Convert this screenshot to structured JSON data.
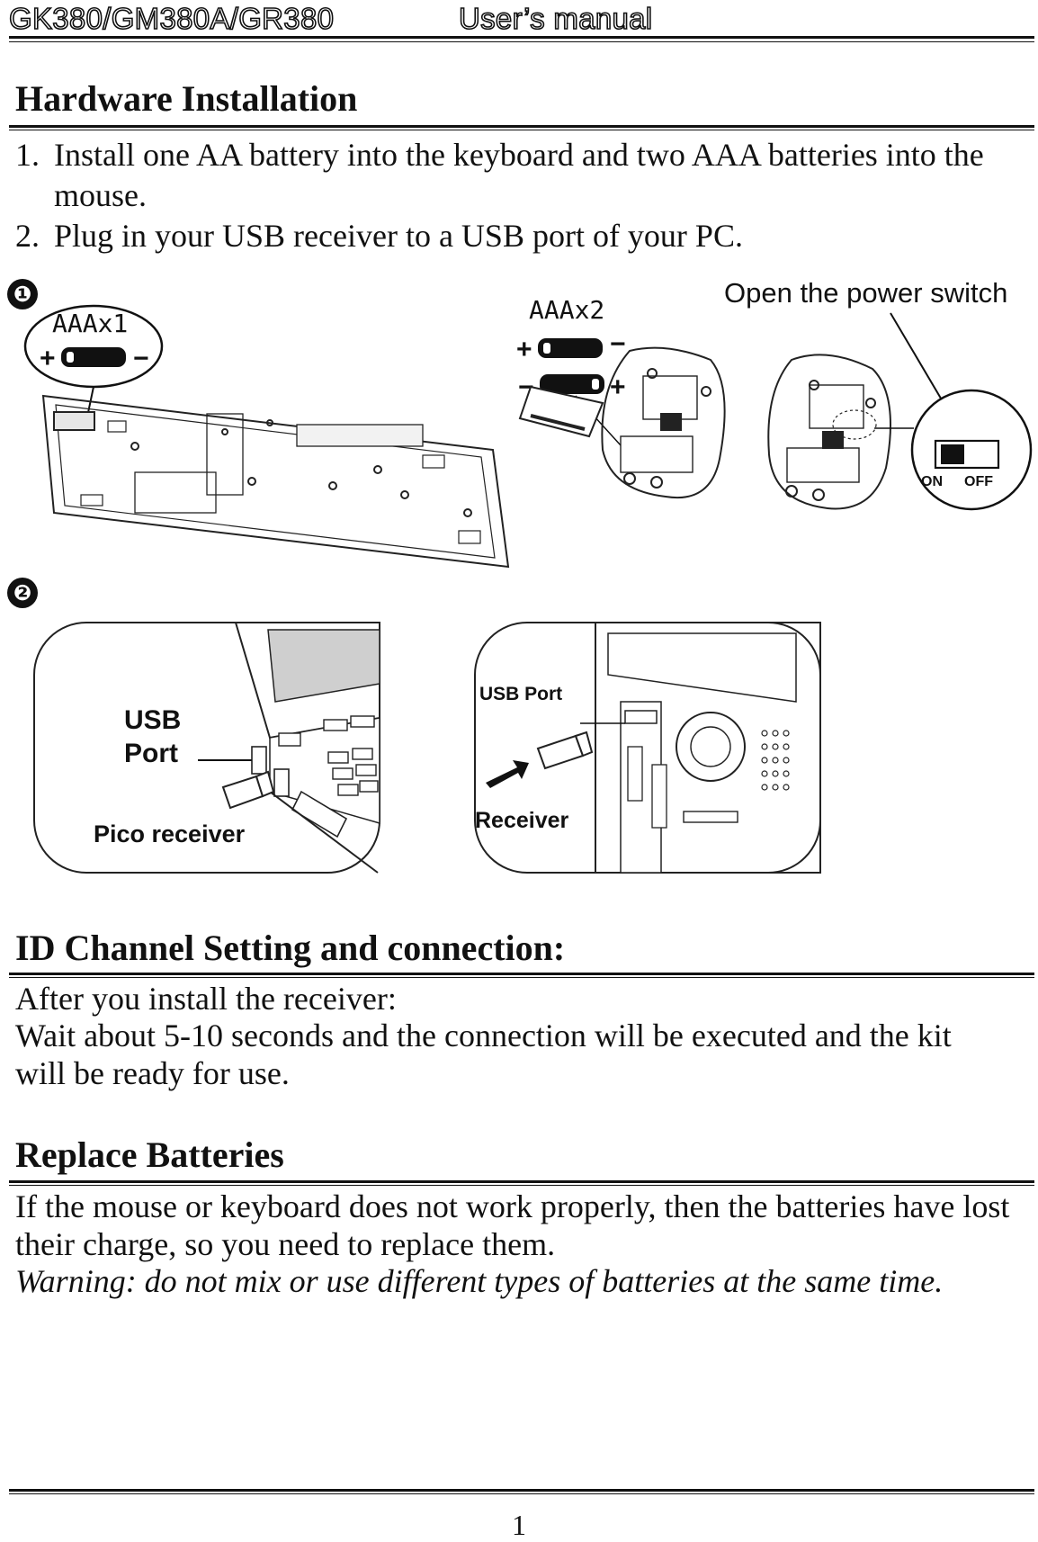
{
  "header": {
    "model": "GK380/GM380A/GR380",
    "manual": "User’s manual"
  },
  "hardware": {
    "title": "Hardware Installation",
    "steps": [
      {
        "num": "1.",
        "text": "Install one AA battery into the keyboard and two AAA batteries into the mouse."
      },
      {
        "num": "2.",
        "text": "Plug in your USB receiver to a USB port of your PC."
      }
    ]
  },
  "figure1": {
    "marker": "❶",
    "keyboard_battery": "AAAx1",
    "mouse_battery": "AAAx2",
    "power_switch": "Open the power switch",
    "switch_on": "ON",
    "switch_off": "OFF"
  },
  "figure2": {
    "marker": "❷",
    "laptop_usb_line1": "USB",
    "laptop_usb_line2": "Port",
    "pico_receiver": "Pico receiver",
    "desktop_usb": "USB Port",
    "desktop_receiver": "Receiver"
  },
  "id_channel": {
    "title": "ID Channel Setting and connection:",
    "line1": "After you install the receiver:",
    "line2": "Wait about 5-10 seconds and the connection will be executed and the kit will be ready for use."
  },
  "replace": {
    "title": "Replace Batteries",
    "text": "If the mouse or keyboard does not work properly, then the batteries have lost their charge, so you need to replace them.",
    "warning": "Warning: do not mix or use different types of batteries at the same time."
  },
  "footer": {
    "page": "1"
  }
}
